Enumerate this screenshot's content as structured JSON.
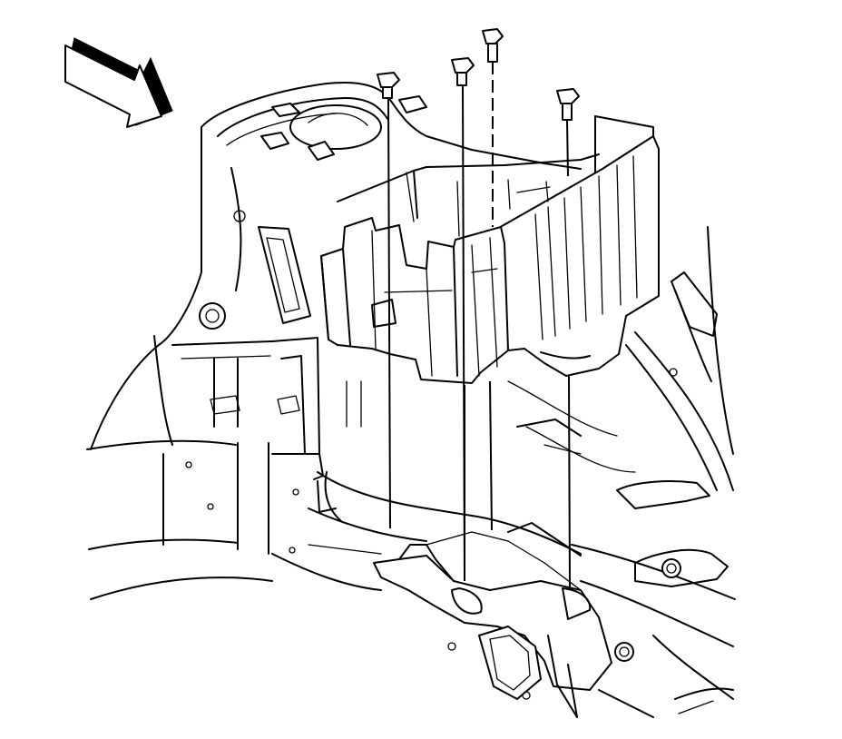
{
  "figure": {
    "background_color": "#ffffff",
    "line_color": "#000000",
    "components": [
      "direction-arrow-icon",
      "vehicle-body-panel",
      "battery-tray",
      "bolt-1",
      "bolt-2",
      "bolt-3",
      "bolt-4",
      "mounting-bracket",
      "frame-rail"
    ]
  }
}
